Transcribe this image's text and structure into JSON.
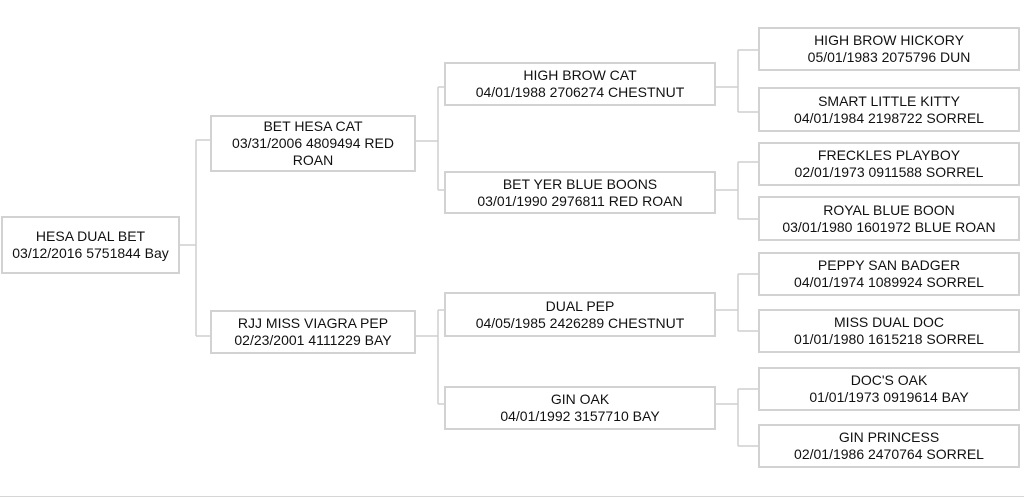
{
  "pedigree": {
    "subject": {
      "name": "HESA DUAL BET",
      "details": "03/12/2016 5751844 Bay"
    },
    "sire": {
      "name": "BET HESA CAT",
      "details": "03/31/2006 4809494 RED ROAN"
    },
    "dam": {
      "name": "RJJ MISS VIAGRA PEP",
      "details": "02/23/2001 4111229 BAY"
    },
    "sire_sire": {
      "name": "HIGH BROW CAT",
      "details": "04/01/1988 2706274 CHESTNUT"
    },
    "sire_dam": {
      "name": "BET YER BLUE BOONS",
      "details": "03/01/1990 2976811 RED ROAN"
    },
    "dam_sire": {
      "name": "DUAL PEP",
      "details": "04/05/1985 2426289 CHESTNUT"
    },
    "dam_dam": {
      "name": "GIN OAK",
      "details": "04/01/1992 3157710 BAY"
    },
    "ss_sire": {
      "name": "HIGH BROW HICKORY",
      "details": "05/01/1983 2075796 DUN"
    },
    "ss_dam": {
      "name": "SMART LITTLE KITTY",
      "details": "04/01/1984 2198722 SORREL"
    },
    "sd_sire": {
      "name": "FRECKLES PLAYBOY",
      "details": "02/01/1973 0911588 SORREL"
    },
    "sd_dam": {
      "name": "ROYAL BLUE BOON",
      "details": "03/01/1980 1601972 BLUE ROAN"
    },
    "ds_sire": {
      "name": "PEPPY SAN BADGER",
      "details": "04/01/1974 1089924 SORREL"
    },
    "ds_dam": {
      "name": "MISS DUAL DOC",
      "details": "01/01/1980 1615218 SORREL"
    },
    "dd_sire": {
      "name": "DOC'S OAK",
      "details": "01/01/1973 0919614 BAY"
    },
    "dd_dam": {
      "name": "GIN PRINCESS",
      "details": "02/01/1986 2470764 SORREL"
    }
  }
}
